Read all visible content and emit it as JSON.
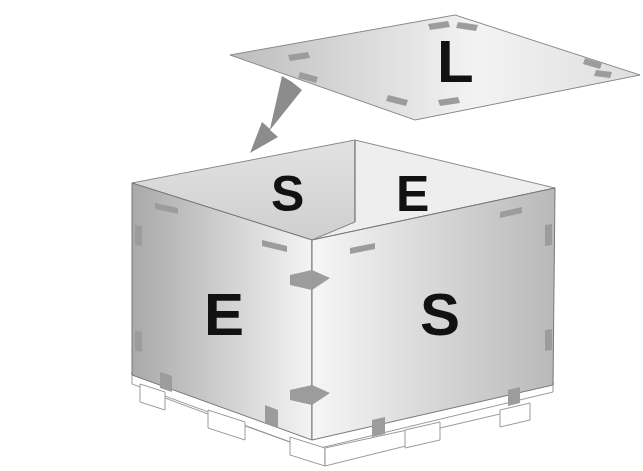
{
  "diagram": {
    "labels": [
      "L",
      "S",
      "E",
      "E",
      "S"
    ]
  }
}
